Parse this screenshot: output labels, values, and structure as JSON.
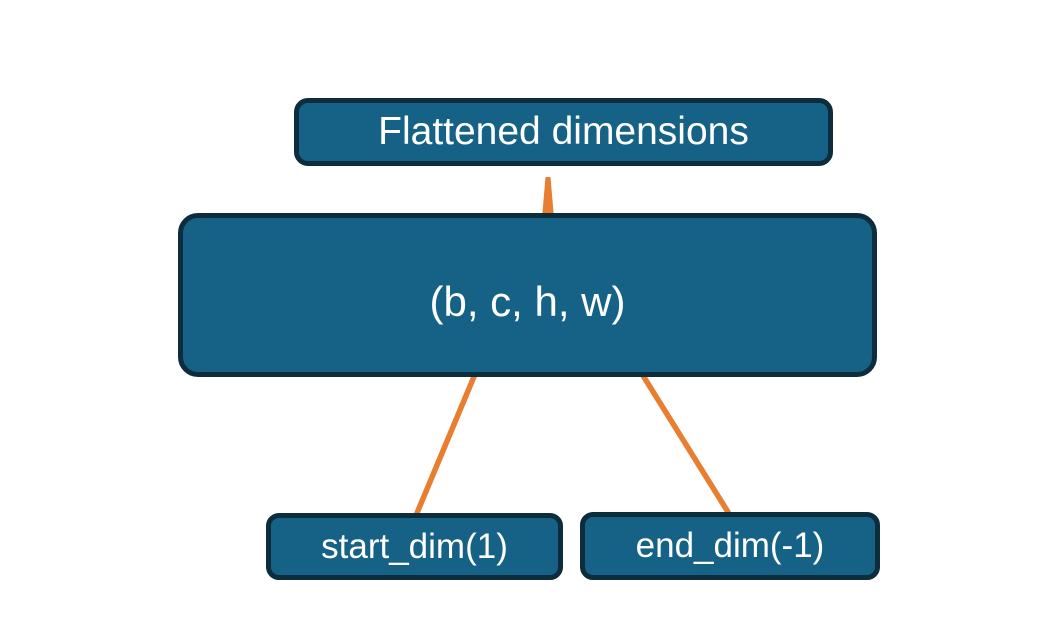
{
  "diagram": {
    "title": "Flatten start_dim / end_dim diagram",
    "colors": {
      "background": "#ffffff",
      "node_fill": "#166286",
      "node_border": "#0d2c3c",
      "accent_orange": "#e87e30",
      "text": "#ffffff"
    },
    "nodes": {
      "flattened": {
        "label": "Flattened dimensions"
      },
      "tensor": {
        "label": "(b, c, h, w)"
      },
      "start_dim": {
        "label": "start_dim(1)"
      },
      "end_dim": {
        "label": "end_dim(-1)"
      }
    },
    "connectors": {
      "brace": "brace-under-flattened-dimensions",
      "arrow_left": "start-dim-arrow-to-dim-c",
      "arrow_right": "end-dim-arrow-to-dim-w"
    }
  }
}
